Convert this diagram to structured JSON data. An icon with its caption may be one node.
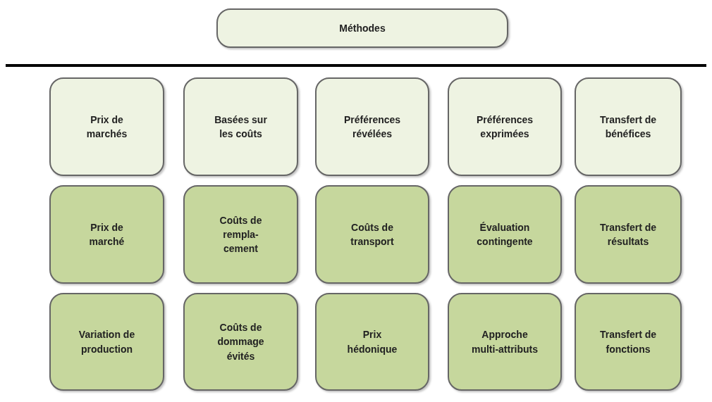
{
  "diagram": {
    "nodes": [
      {
        "text": [
          "Méthodes"
        ]
      },
      {
        "text": [
          "Prix de marchés"
        ]
      },
      {
        "text": [
          "Basées sur les coûts"
        ]
      },
      {
        "text": [
          "Préférences révélées"
        ]
      },
      {
        "text": [
          "Préférences exprimées"
        ]
      },
      {
        "text": [
          "Transfert de bénéfices"
        ]
      },
      {
        "text": [
          "Prix de marché"
        ]
      },
      {
        "text": [
          "Coûts de rempla-cement"
        ]
      },
      {
        "text": [
          "Coûts de transport"
        ]
      },
      {
        "text": [
          "Évaluation contingente"
        ]
      },
      {
        "text": [
          "Transfert de résultats"
        ]
      },
      {
        "text": [
          "Variation de production"
        ]
      },
      {
        "text": [
          "Coûts de dommage évités"
        ]
      },
      {
        "text": [
          "Prix hédonique"
        ]
      },
      {
        "text": [
          "Approche multi-attributs"
        ]
      },
      {
        "text": [
          "Transfert de fonctions"
        ]
      }
    ]
  }
}
